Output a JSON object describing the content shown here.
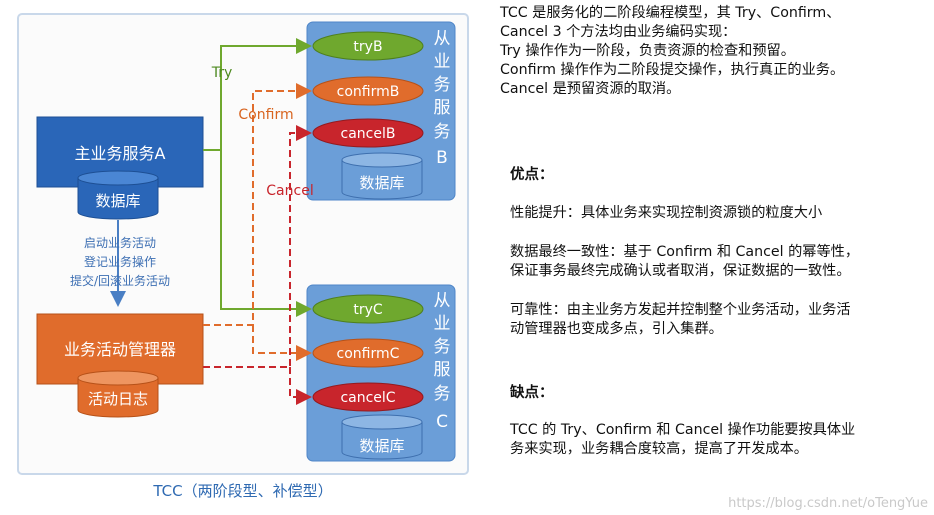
{
  "diagram": {
    "caption": "TCC（两阶段型、补偿型）",
    "main_service": {
      "label": "主业务服务A",
      "db": "数据库"
    },
    "steps": [
      "启动业务活动",
      "登记业务操作",
      "提交/回滚业务活动"
    ],
    "manager": {
      "label": "业务活动管理器",
      "log": "活动日志"
    },
    "service_b": {
      "title": "从业务服务B",
      "try": "tryB",
      "confirm": "confirmB",
      "cancel": "cancelB",
      "db": "数据库"
    },
    "service_c": {
      "title": "从业务服务C",
      "try": "tryC",
      "confirm": "confirmC",
      "cancel": "cancelC",
      "db": "数据库"
    },
    "arrows": {
      "try": "Try",
      "confirm": "Confirm",
      "cancel": "Cancel"
    },
    "colors": {
      "blue": "#2a66b8",
      "orange": "#e06c2c",
      "green": "#6fa82e",
      "red": "#c8252c",
      "panel": "#6b9ed8"
    }
  },
  "text": {
    "intro": [
      "TCC 是服务化的二阶段编程模型，其 Try、Confirm、",
      "Cancel 3 个方法均由业务编码实现：",
      "Try 操作作为一阶段，负责资源的检查和预留。",
      "Confirm 操作作为二阶段提交操作，执行真正的业务。",
      "Cancel 是预留资源的取消。"
    ],
    "pros_title": "优点：",
    "pro1": "性能提升：具体业务来实现控制资源锁的粒度大小",
    "pro2": [
      "数据最终一致性：基于 Confirm 和 Cancel 的幂等性，",
      "保证事务最终完成确认或者取消，保证数据的一致性。"
    ],
    "pro3": [
      "可靠性：由主业务方发起并控制整个业务活动，业务活",
      "动管理器也变成多点，引入集群。"
    ],
    "cons_title": "缺点：",
    "con1": [
      "TCC 的 Try、Confirm 和 Cancel 操作功能要按具体业",
      "务来实现，业务耦合度较高，提高了开发成本。"
    ]
  },
  "watermark": "https://blog.csdn.net/oTengYue"
}
